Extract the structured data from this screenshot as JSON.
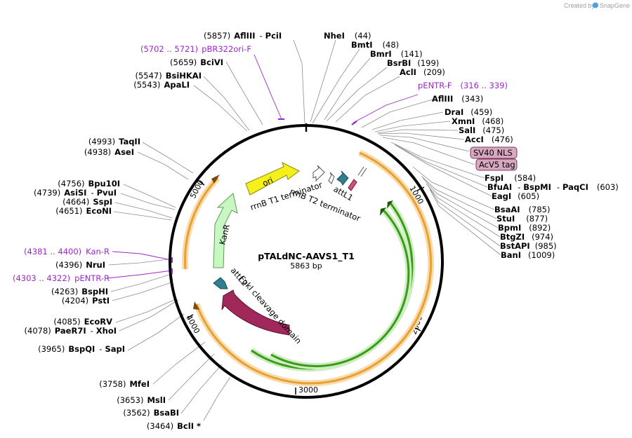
{
  "credit": {
    "text": "Created by",
    "brand": "SnapGene"
  },
  "plasmid": {
    "name": "pTALdNC-AAVS1_T1",
    "size": "5863 bp"
  },
  "ticks": [
    "1000",
    "2000",
    "3000",
    "4000",
    "5000"
  ],
  "sites_top": [
    {
      "pos": "(5857)",
      "name": "AflIII",
      "name2": "PciI"
    },
    {
      "name": "NheI",
      "pos": "(44)"
    },
    {
      "name": "BmtI",
      "pos": "(48)"
    },
    {
      "name": "BmrI",
      "pos": "(141)"
    },
    {
      "name": "BsrBI",
      "pos": "(199)"
    },
    {
      "name": "AclI",
      "pos": "(209)"
    },
    {
      "name": "AflIII",
      "pos": "(343)"
    },
    {
      "name": "DraI",
      "pos": "(459)"
    },
    {
      "name": "XmnI",
      "pos": "(468)"
    },
    {
      "name": "SalI",
      "pos": "(475)"
    },
    {
      "name": "AccI",
      "pos": "(476)"
    }
  ],
  "sites_right": [
    {
      "name": "FspI",
      "pos": "(584)"
    },
    {
      "name": "BfuAI",
      "name2": "BspMI",
      "name3": "PaqCI",
      "pos": "(603)"
    },
    {
      "name": "EagI",
      "pos": "(605)"
    },
    {
      "name": "BsaAI",
      "pos": "(785)"
    },
    {
      "name": "StuI",
      "pos": "(877)"
    },
    {
      "name": "BpmI",
      "pos": "(892)"
    },
    {
      "name": "BtgZI",
      "pos": "(974)"
    },
    {
      "name": "BstAPI",
      "pos": "(985)"
    },
    {
      "name": "BanI",
      "pos": "(1009)"
    }
  ],
  "sites_left": [
    {
      "pos": "(5659)",
      "name": "BciVI"
    },
    {
      "pos": "(5547)",
      "name": "BsiHKAI"
    },
    {
      "pos": "(5543)",
      "name": "ApaLI"
    },
    {
      "pos": "(4993)",
      "name": "TaqII"
    },
    {
      "pos": "(4938)",
      "name": "AseI"
    },
    {
      "pos": "(4756)",
      "name": "Bpu10I"
    },
    {
      "pos": "(4739)",
      "name": "AsiSI",
      "name2": "PvuI"
    },
    {
      "pos": "(4664)",
      "name": "SspI"
    },
    {
      "pos": "(4651)",
      "name": "EcoNI"
    },
    {
      "pos": "(4396)",
      "name": "NruI"
    },
    {
      "pos": "(4263)",
      "name": "BspHI"
    },
    {
      "pos": "(4204)",
      "name": "PstI"
    },
    {
      "pos": "(4085)",
      "name": "EcoRV"
    },
    {
      "pos": "(4078)",
      "name": "PaeR7I",
      "name2": "XhoI"
    },
    {
      "pos": "(3965)",
      "name": "BspQI",
      "name2": "SapI"
    },
    {
      "pos": "(3758)",
      "name": "MfeI"
    },
    {
      "pos": "(3653)",
      "name": "MslI"
    },
    {
      "pos": "(3562)",
      "name": "BsaBI"
    },
    {
      "pos": "(3464)",
      "name": "BclI *"
    }
  ],
  "primers": [
    {
      "range": "(5702 .. 5721)",
      "name": "pBR322ori-F"
    },
    {
      "name": "pENTR-F",
      "range": "(316 .. 339)"
    },
    {
      "range": "(4381 .. 4400)",
      "name": "Kan-R"
    },
    {
      "range": "(4303 .. 4322)",
      "name": "pENTR-R"
    }
  ],
  "boxed": [
    "SV40 NLS",
    "AcV5 tag"
  ],
  "features": {
    "ori": "ori",
    "kanr": "KanR",
    "rrnb_t1": "rrnB T1 terminator",
    "rrnb_t2": "rrnB T2 terminator",
    "attl1": "attL1",
    "foki": "FokI cleavage domain",
    "attl2": "attL2"
  },
  "colors": {
    "ori": "#f5f01a",
    "kanr": "#c8f7c4",
    "foki": "#a0285a",
    "attl": "#2f7f8f",
    "green_track": "#3c9a1a",
    "orange_track": "#e8a030",
    "boxed_fill": "#d8a8c0",
    "primer": "#9c27c9"
  }
}
